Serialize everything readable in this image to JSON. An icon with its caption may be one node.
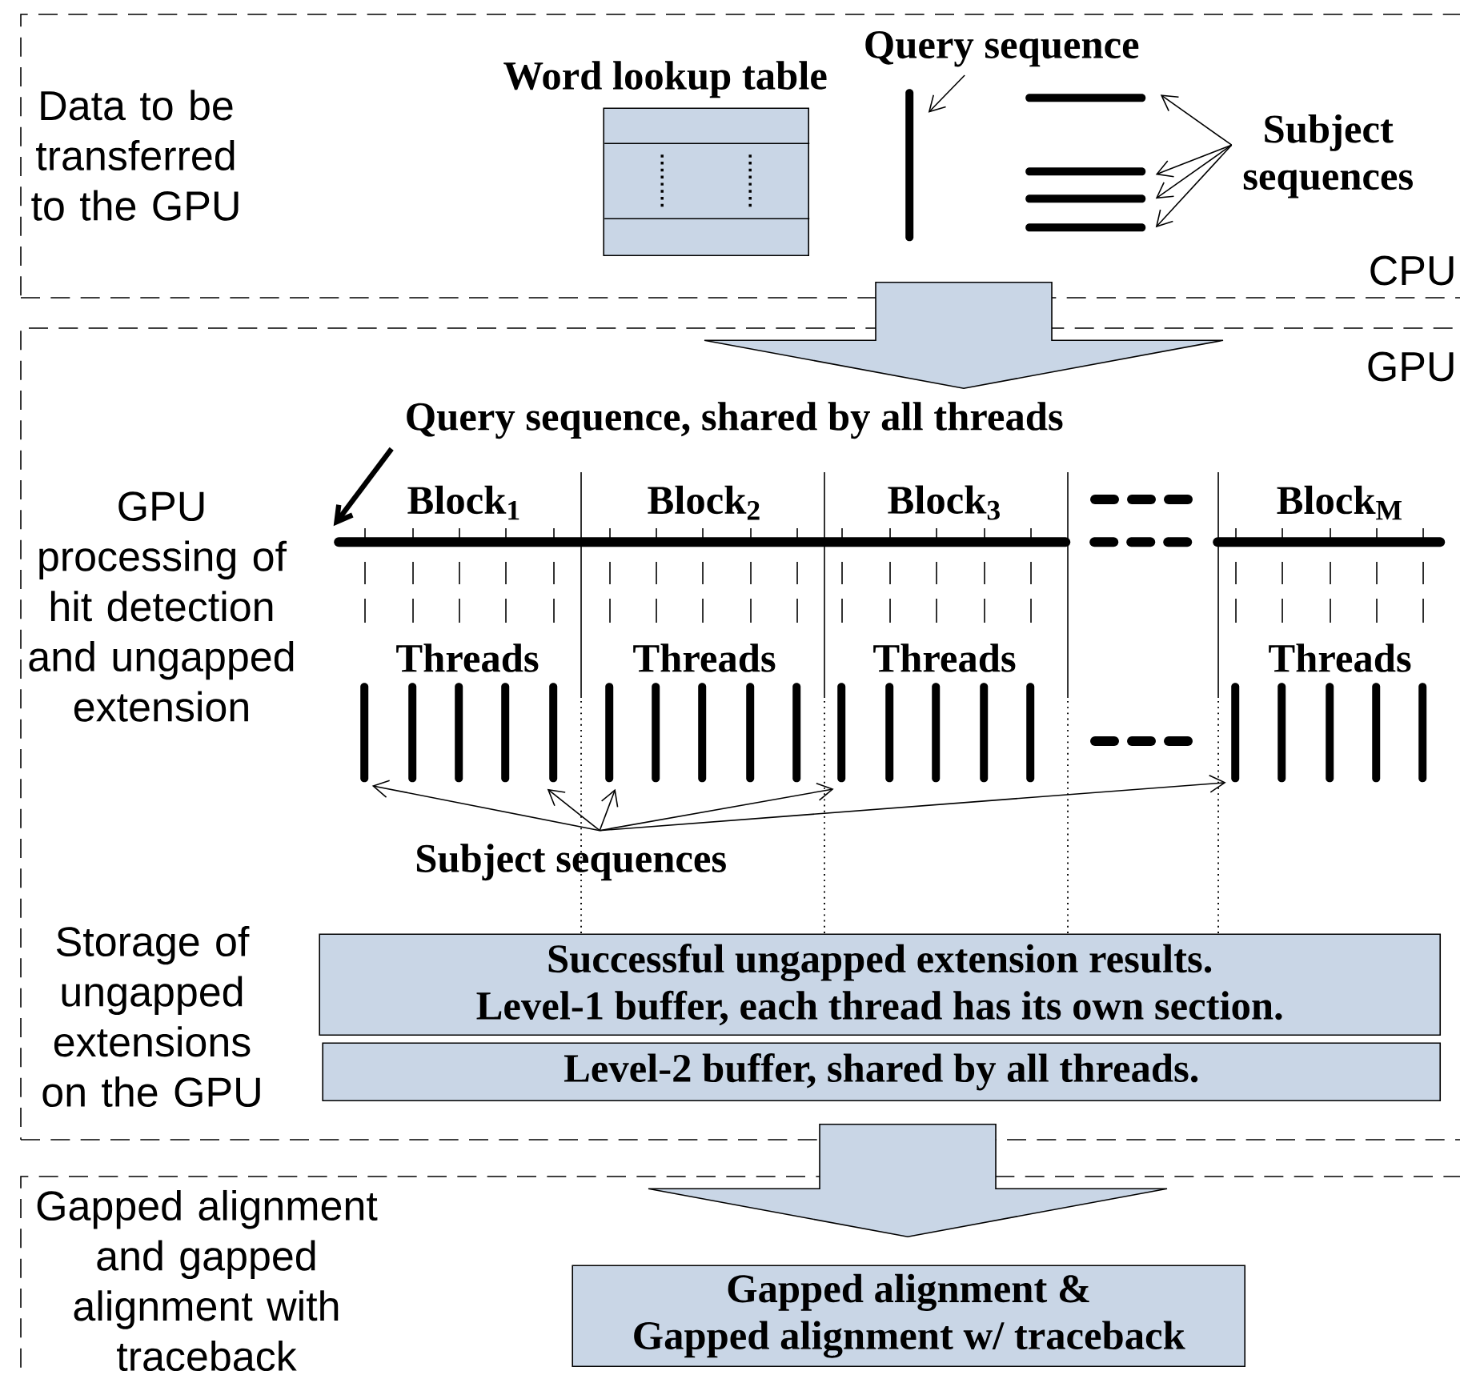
{
  "diagram": {
    "nodes": [
      {
        "text": [
          "Data to be transferred to the GPU",
          "CPU"
        ]
      },
      {
        "text": [
          "Word lookup table"
        ],
        "in": 0
      },
      {
        "text": [
          "Query sequence"
        ],
        "in": 0
      },
      {
        "text": [],
        "shape": "bar",
        "in": 0
      },
      {
        "text": [],
        "shape": "bar",
        "in": 0
      },
      {
        "text": [],
        "shape": "bar",
        "in": 0
      },
      {
        "text": [],
        "shape": "bar",
        "in": 0
      },
      {
        "text": [],
        "shape": "bar",
        "in": 0
      },
      {
        "text": [
          "Subject sequences"
        ],
        "in": 0
      },
      {
        "text": [
          "GPU",
          "GPU processing of hit detection and ungapped extension",
          "Storage of ungapped extensions on the GPU"
        ]
      },
      {
        "text": [
          "Query sequence, shared by all threads"
        ],
        "in": 9
      },
      {
        "text": [],
        "shape": "bar",
        "in": 9
      },
      {
        "text": [],
        "shape": "bar",
        "in": 9
      },
      {
        "text": [],
        "shape": "bar",
        "in": 9
      },
      {
        "text": [],
        "shape": "bar",
        "in": 9
      },
      {
        "text": [],
        "shape": "bar",
        "in": 9
      },
      {
        "text": [],
        "shape": "bar",
        "in": 9
      },
      {
        "text": [],
        "shape": "bar",
        "in": 9
      },
      {
        "text": [],
        "shape": "bar",
        "in": 9
      },
      {
        "text": [],
        "shape": "bar",
        "in": 9
      },
      {
        "text": [],
        "shape": "bar",
        "in": 9
      },
      {
        "text": [],
        "shape": "bar",
        "in": 9
      },
      {
        "text": [],
        "shape": "bar",
        "in": 9
      },
      {
        "text": [],
        "shape": "bar",
        "in": 9
      },
      {
        "text": [],
        "shape": "bar",
        "in": 9
      },
      {
        "text": [],
        "shape": "bar",
        "in": 9
      },
      {
        "text": [],
        "shape": "bar",
        "in": 9
      },
      {
        "text": [],
        "shape": "bar",
        "in": 9
      },
      {
        "text": [],
        "shape": "bar",
        "in": 9
      },
      {
        "text": [],
        "shape": "bar",
        "in": 9
      },
      {
        "text": [],
        "shape": "bar",
        "in": 9
      },
      {
        "text": [],
        "shape": "bar",
        "in": 9
      },
      {
        "text": [
          "Subject sequences"
        ],
        "in": 9
      },
      {
        "text": [
          "Successful ungapped extension results.",
          "Level-1 buffer, each thread has its own section."
        ],
        "in": 9
      },
      {
        "text": [
          "Level-2 buffer, shared by all threads."
        ],
        "in": 9
      },
      {
        "text": [
          "Gapped alignment and gapped alignment with traceback"
        ]
      },
      {
        "text": [
          "Gapped alignment &",
          "Gapped alignment w/ traceback"
        ],
        "in": 35
      }
    ],
    "edges": [
      {
        "from": 2,
        "to": 3,
        "arrow": "to"
      },
      {
        "from": 8,
        "to": 4,
        "arrow": "to"
      },
      {
        "from": 8,
        "to": 5,
        "arrow": "to"
      },
      {
        "from": 8,
        "to": 6,
        "arrow": "to"
      },
      {
        "from": 8,
        "to": 7,
        "arrow": "to"
      },
      {
        "from": 0,
        "to": 9,
        "arrow": "to",
        "color": "#c9d6e6"
      },
      {
        "from": 10,
        "to": 11,
        "arrow": "to",
        "style": "thick"
      },
      {
        "from": 32,
        "to": 12,
        "arrow": "to"
      },
      {
        "from": 32,
        "to": 16,
        "arrow": "to"
      },
      {
        "from": 32,
        "to": 17,
        "arrow": "to"
      },
      {
        "from": 32,
        "to": 22,
        "arrow": "to"
      },
      {
        "from": 32,
        "to": 27,
        "arrow": "to"
      },
      {
        "from": 9,
        "to": 35,
        "arrow": "to",
        "color": "#c9d6e6"
      }
    ],
    "labels": [
      "Block$_{1}$",
      "Block$_{2}$",
      "Block$_{3}$",
      "Block$_{M}$",
      "Threads",
      "Threads",
      "Threads",
      "Threads"
    ]
  }
}
